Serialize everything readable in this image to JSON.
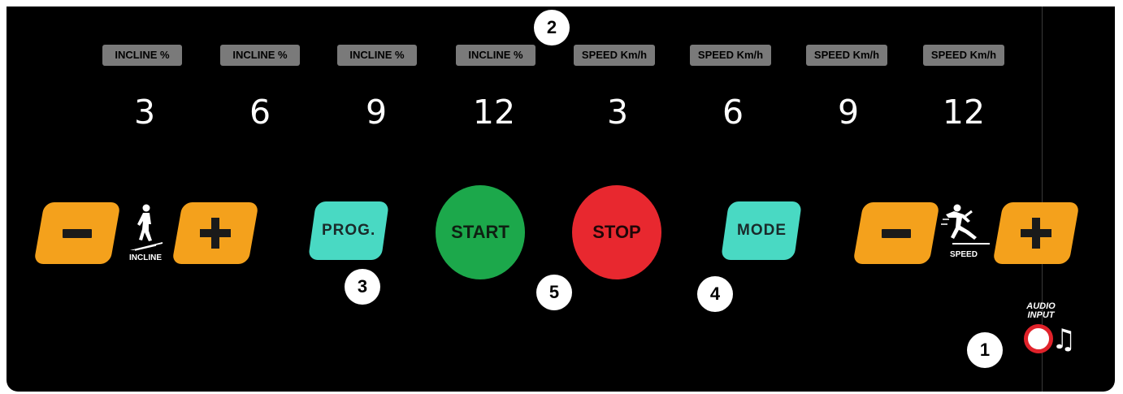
{
  "labels": [
    {
      "text": "INCLINE %",
      "type": "incline"
    },
    {
      "text": "INCLINE %",
      "type": "incline"
    },
    {
      "text": "INCLINE %",
      "type": "incline"
    },
    {
      "text": "INCLINE %",
      "type": "incline"
    },
    {
      "text": "SPEED Km/h",
      "type": "speed"
    },
    {
      "text": "SPEED Km/h",
      "type": "speed"
    },
    {
      "text": "SPEED Km/h",
      "type": "speed"
    },
    {
      "text": "SPEED Km/h",
      "type": "speed"
    }
  ],
  "presets": [
    "3",
    "6",
    "9",
    "12",
    "3",
    "6",
    "9",
    "12"
  ],
  "badges": {
    "b1": "1",
    "b2": "2",
    "b3": "3",
    "b4": "4",
    "b5": "5"
  },
  "buttons": {
    "prog": "PROG.",
    "start": "START",
    "stop": "STOP",
    "mode": "MODE"
  },
  "incline_caption": "INCLINE",
  "speed_caption": "SPEED",
  "audio_input": "AUDIO\nINPUT",
  "colors": {
    "background": "#000000",
    "orange": "#f4a11c",
    "teal": "#49d9c3",
    "start": "#1ca84b",
    "stop": "#e8282f",
    "label_gray": "#7a7a7a",
    "jack_ring": "#e0222a"
  },
  "icons": {
    "incline": "runner-on-incline-icon",
    "speed": "sprinter-icon",
    "music": "music-note-icon"
  }
}
